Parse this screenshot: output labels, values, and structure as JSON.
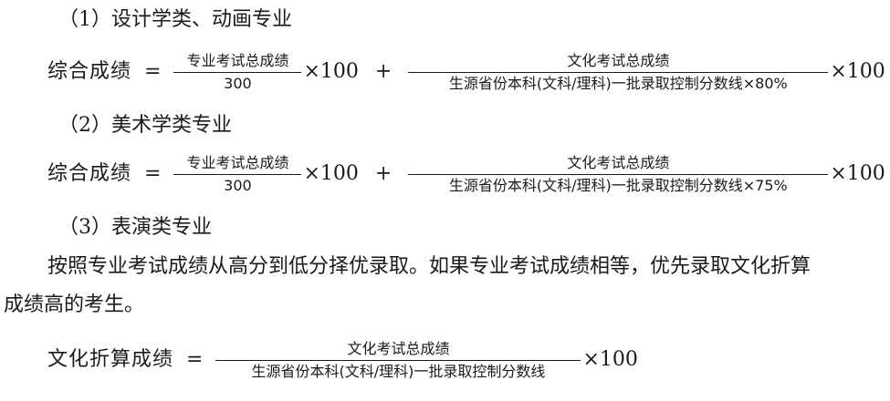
{
  "sections": [
    {
      "heading": "（1）设计学类、动画专业",
      "formula": {
        "lhs": "综合成绩",
        "eq": "=",
        "frac1": {
          "num": "专业考试总成绩",
          "den": "300"
        },
        "mult1": "×100",
        "plus": "+",
        "frac2": {
          "num": "文化考试总成绩",
          "den": "生源省份本科(文科/理科)一批录取控制分数线×80%"
        },
        "mult2": "×100"
      }
    },
    {
      "heading": "（2）美术学类专业",
      "formula": {
        "lhs": "综合成绩",
        "eq": "=",
        "frac1": {
          "num": "专业考试总成绩",
          "den": "300"
        },
        "mult1": "×100",
        "plus": "+",
        "frac2": {
          "num": "文化考试总成绩",
          "den": "生源省份本科(文科/理科)一批录取控制分数线×75%"
        },
        "mult2": "×100"
      }
    },
    {
      "heading": "（3）表演类专业",
      "paragraph_line1": "按照专业考试成绩从高分到低分择优录取。如果专业考试成绩相等，优先录取文化折算",
      "paragraph_line2": "成绩高的考生。",
      "formula": {
        "lhs": "文化折算成绩",
        "eq": "=",
        "frac1": {
          "num": "文化考试总成绩",
          "den": "生源省份本科(文科/理科)一批录取控制分数线"
        },
        "mult1": "×100"
      }
    }
  ]
}
